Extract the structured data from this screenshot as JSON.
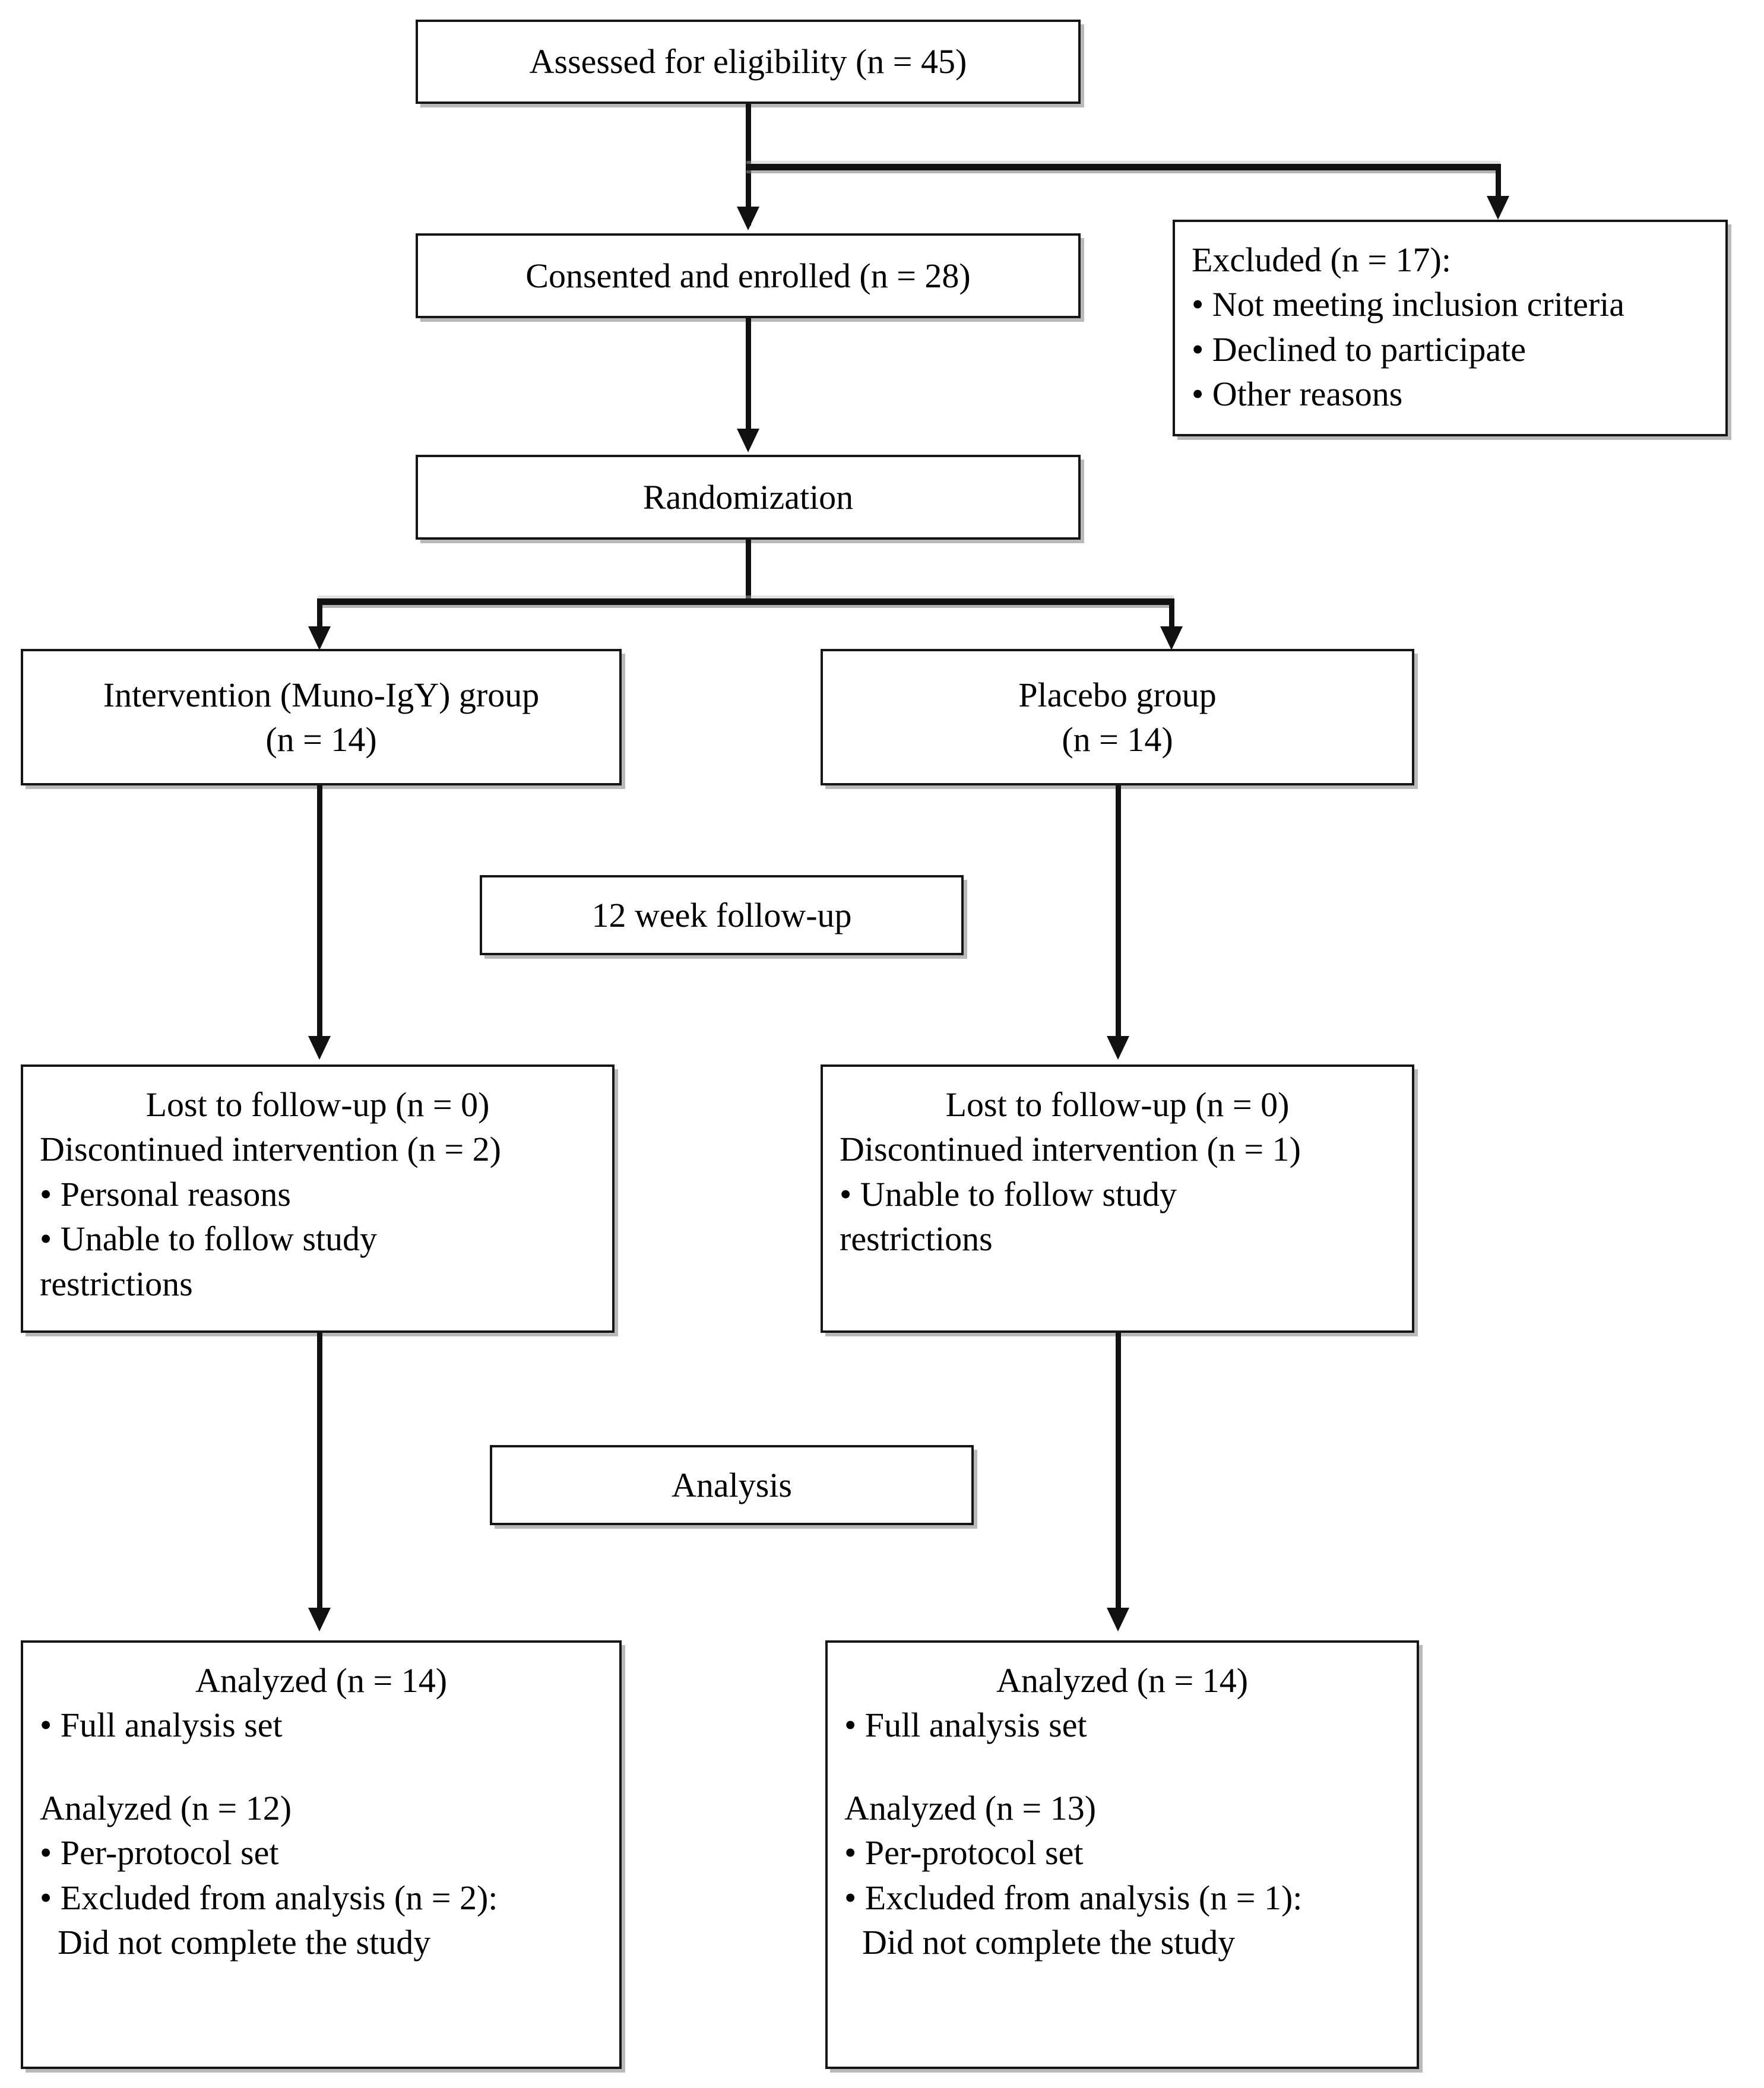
{
  "diagram": {
    "title": "CONSORT participant flow diagram",
    "type": "flowchart"
  },
  "nodes": {
    "assessed": {
      "label": "Assessed for eligibility (n = 45)"
    },
    "excluded": {
      "heading": "Excluded (n = 17):",
      "bullets": [
        "• Not meeting inclusion criteria",
        "• Declined to participate",
        "• Other reasons"
      ]
    },
    "consented": {
      "label": "Consented and enrolled (n = 28)"
    },
    "randomization": {
      "label": "Randomization"
    },
    "intervention_group": {
      "line1": "Intervention (Muno-IgY) group",
      "line2": "(n = 14)"
    },
    "placebo_group": {
      "line1": "Placebo group",
      "line2": "(n = 14)"
    },
    "followup_stage": {
      "label": "12 week follow-up"
    },
    "lost_left": {
      "line1": "Lost to follow-up (n = 0)",
      "line2": "Discontinued intervention (n = 2)",
      "bullet1": "• Personal reasons",
      "bullet2": "• Unable to follow study",
      "bullet2_cont": "restrictions"
    },
    "lost_right": {
      "line1": "Lost to follow-up (n = 0)",
      "line2": "Discontinued intervention (n = 1)",
      "bullet1": "• Unable to follow study",
      "bullet1_cont": "restrictions"
    },
    "analysis_stage": {
      "label": "Analysis"
    },
    "analyzed_left": {
      "line1": "Analyzed (n = 14)",
      "bullet1": "• Full analysis set",
      "line2": "Analyzed (n = 12)",
      "bullet2": "• Per-protocol set",
      "bullet3": "• Excluded from analysis (n = 2):",
      "bullet3_cont": "Did not complete the study"
    },
    "analyzed_right": {
      "line1": "Analyzed (n = 14)",
      "bullet1": "• Full analysis set",
      "line2": "Analyzed (n = 13)",
      "bullet2": "• Per-protocol set",
      "bullet3": "• Excluded from analysis (n = 1):",
      "bullet3_cont": "Did not complete the study"
    }
  },
  "colors": {
    "stroke": "#161616",
    "shadow": "#808080",
    "background": "#ffffff"
  }
}
